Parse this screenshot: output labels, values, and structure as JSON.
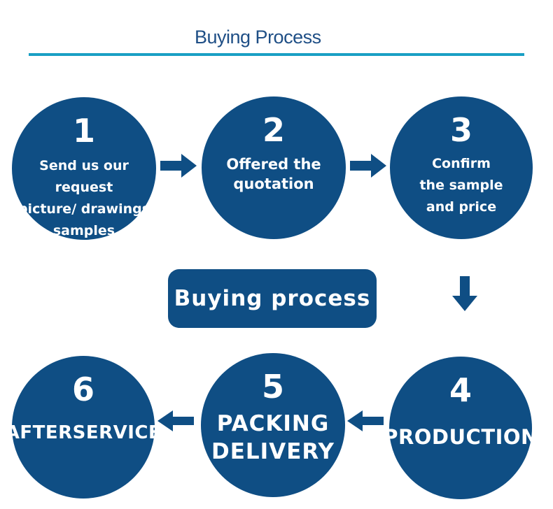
{
  "header": {
    "title": "Buying Process"
  },
  "center_label": "Buying process",
  "steps": [
    {
      "number": "1",
      "text": "Send us our request\npicture/ drawings\nsamples"
    },
    {
      "number": "2",
      "text": "Offered the\nquotation"
    },
    {
      "number": "3",
      "text": "Confirm\nthe sample\nand price"
    },
    {
      "number": "4",
      "text": "PRODUCTION"
    },
    {
      "number": "5",
      "text": "PACKING\nDELIVERY"
    },
    {
      "number": "6",
      "text": "AFTERSERVICE"
    }
  ],
  "colors": {
    "circle": "#0f4e84",
    "line": "#1a9fc4",
    "title": "#1f4f86"
  }
}
